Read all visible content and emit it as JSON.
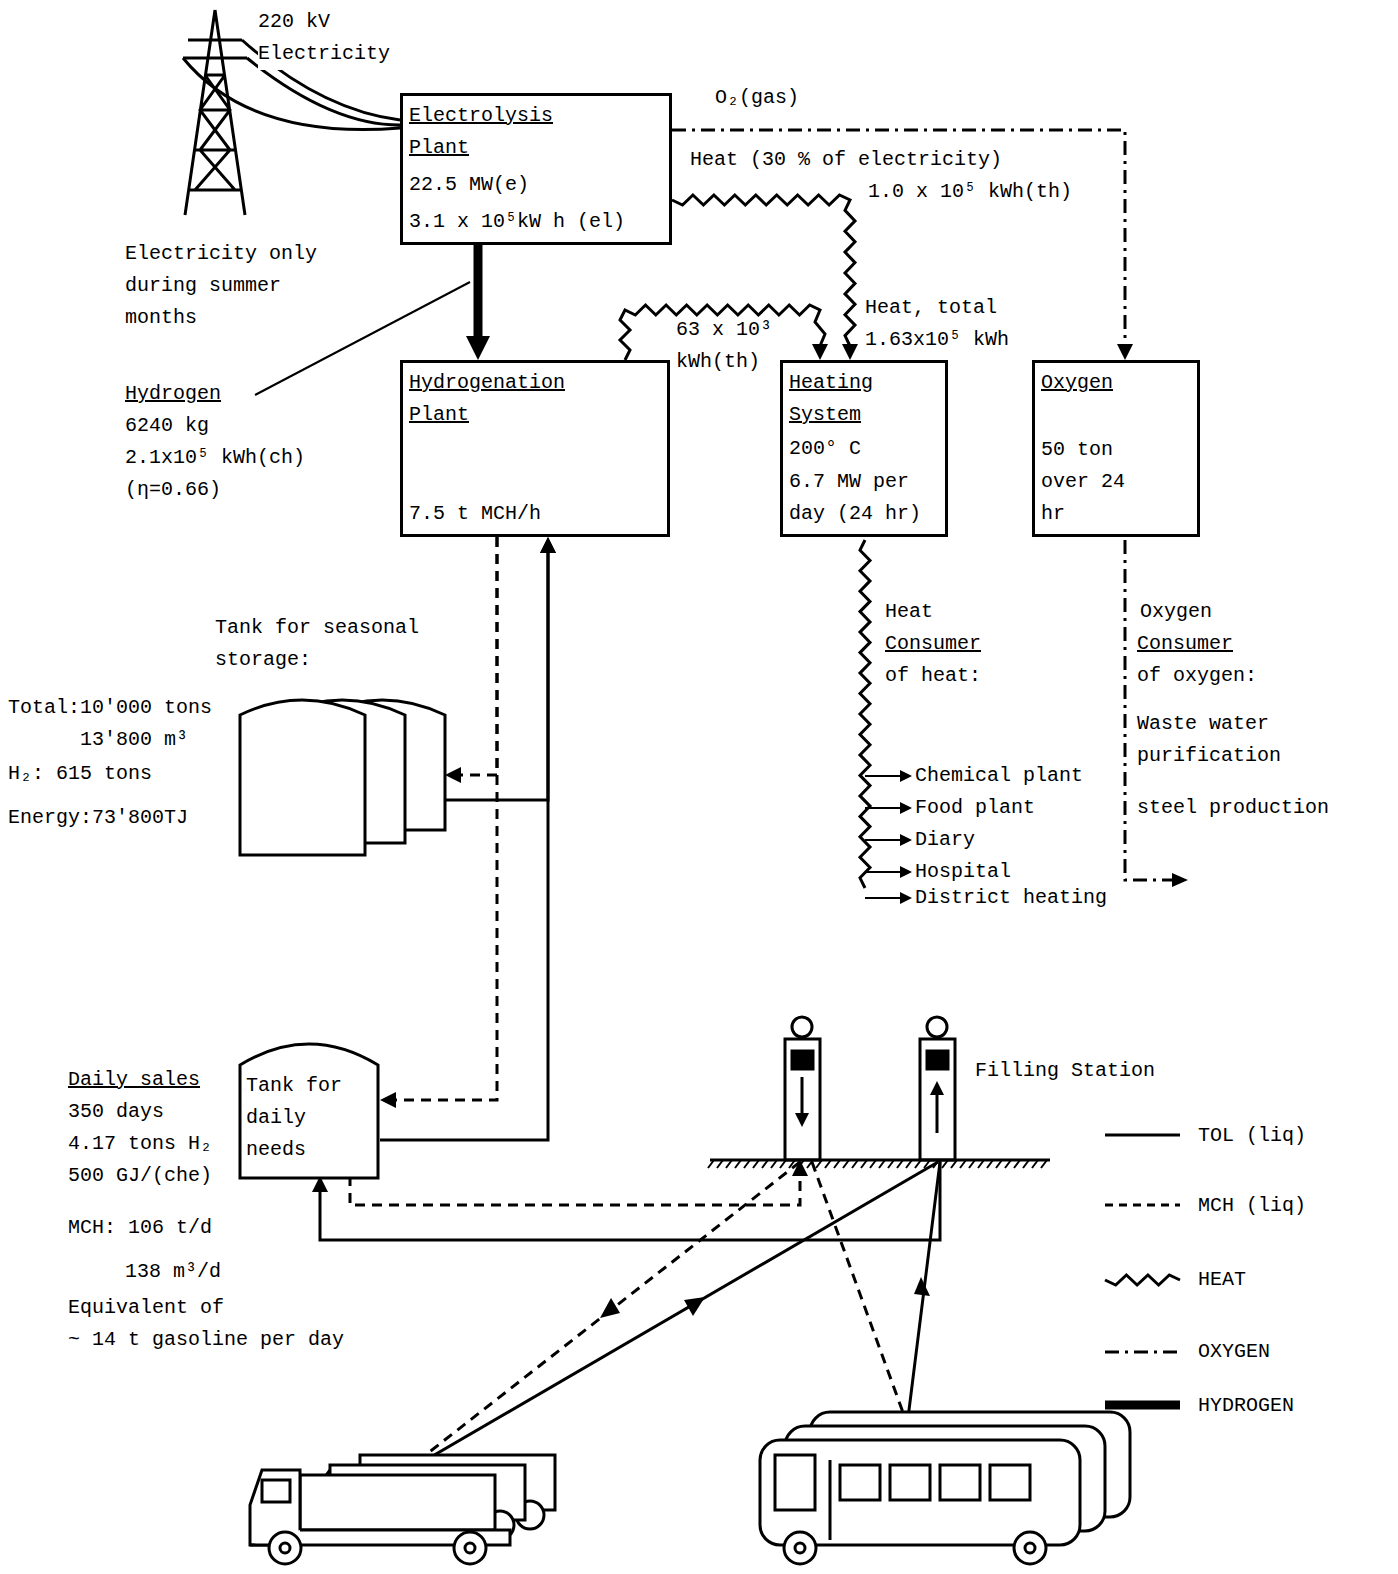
{
  "diagram": {
    "nodes": [
      {
        "text": [
          "Electrolysis Plant",
          "22.5 MW(e)",
          "3.1 x 10⁵kW h (el)"
        ]
      },
      {
        "text": [
          "Hydrogenation Plant",
          "7.5 t MCH/h"
        ]
      },
      {
        "text": [
          "Heating System",
          "200° C",
          "6.7 MW per day (24 hr)"
        ]
      },
      {
        "text": [
          "Oxygen",
          "50 ton over 24 hr"
        ]
      },
      {
        "text": [
          "Tank for seasonal storage:"
        ]
      },
      {
        "text": [
          "Tank for daily needs"
        ]
      },
      {
        "text": [
          "Filling Station"
        ]
      }
    ],
    "edges": [
      {
        "from": 0,
        "to": 1,
        "arrow": "to"
      },
      {
        "from": 0,
        "to": 3,
        "arrow": "to"
      },
      {
        "from": 0,
        "to": 2,
        "arrow": "to",
        "label": "Heat (30 % of electricity)"
      },
      {
        "from": 1,
        "to": 2,
        "arrow": "to",
        "label": "63 x 10³ kWh(th)"
      },
      {
        "from": 1,
        "to": 4,
        "arrow": "to"
      },
      {
        "from": 4,
        "to": 1,
        "arrow": "to"
      },
      {
        "from": 1,
        "to": 5,
        "arrow": "to"
      },
      {
        "from": 5,
        "to": 1,
        "arrow": "to"
      },
      {
        "from": 5,
        "to": 6,
        "arrow": "to"
      },
      {
        "from": 6,
        "to": 5,
        "arrow": "to"
      }
    ],
    "labels": [
      "220 kV Electricity",
      "O₂(gas)",
      "Electricity only during summer months",
      "Hydrogen",
      "6240 kg",
      "2.1x10⁵ kWh(ch)",
      "(η=0.66)",
      "1.0 x 10⁵ kWh(th)",
      "Heat, total 1.63x10⁵ kWh",
      "Heat",
      "Consumer",
      "of heat:",
      "Chemical plant",
      "Food plant",
      "Diary",
      "Hospital",
      "District heating",
      "Oxygen",
      "Consumer",
      "of oxygen:",
      "Waste water purification",
      "steel production",
      "Total:10'000 tons",
      "13'800 m³",
      "H₂: 615 tons",
      "Energy:73'800TJ",
      "Daily sales",
      "350 days",
      "4.17 tons H₂",
      "500 GJ/(che)",
      "MCH: 106 t/d",
      "138 m³/d",
      "Equivalent of",
      "~ 14 t gasoline per day"
    ],
    "legend": [
      {
        "text": "TOL (liq)"
      },
      {
        "text": "MCH (liq)"
      },
      {
        "text": "HEAT"
      },
      {
        "text": "OXYGEN"
      },
      {
        "text": "HYDROGEN"
      }
    ]
  }
}
